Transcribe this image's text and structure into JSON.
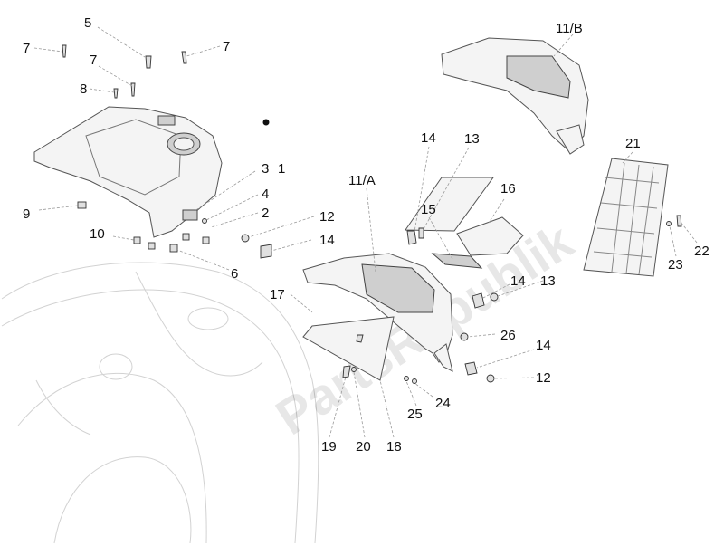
{
  "watermark": "PartsRepublik",
  "callouts": [
    "5",
    "7",
    "7",
    "7",
    "8",
    "9",
    "3",
    "1",
    "4",
    "2",
    "10",
    "6",
    "12",
    "14",
    "17",
    "11/A",
    "14",
    "13",
    "16",
    "15",
    "14",
    "13",
    "26",
    "14",
    "12",
    "24",
    "25",
    "19",
    "20",
    "18",
    "11/B",
    "21",
    "22",
    "23"
  ]
}
